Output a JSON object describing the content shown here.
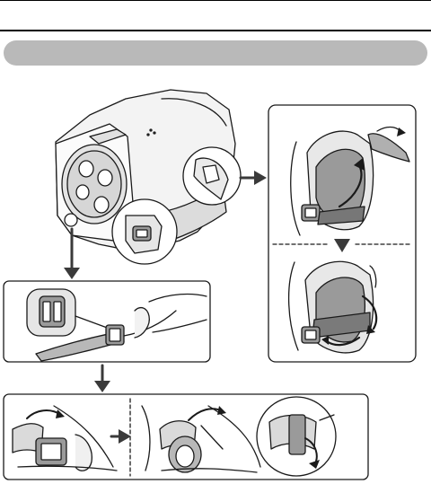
{
  "page": {
    "header_bar_color": "#b9b9b9",
    "rule_color": "#000000"
  },
  "illustrations": [
    {
      "id": "camcorder-overview",
      "icon": "camcorder-with-strap"
    },
    {
      "id": "strap-threading-detail",
      "icon": "strap-loop-detail"
    },
    {
      "id": "strap-wrap-steps",
      "icon": "strap-wrap-sequence"
    },
    {
      "id": "buckle-attach-steps",
      "icon": "buckle-attach-sequence"
    }
  ]
}
